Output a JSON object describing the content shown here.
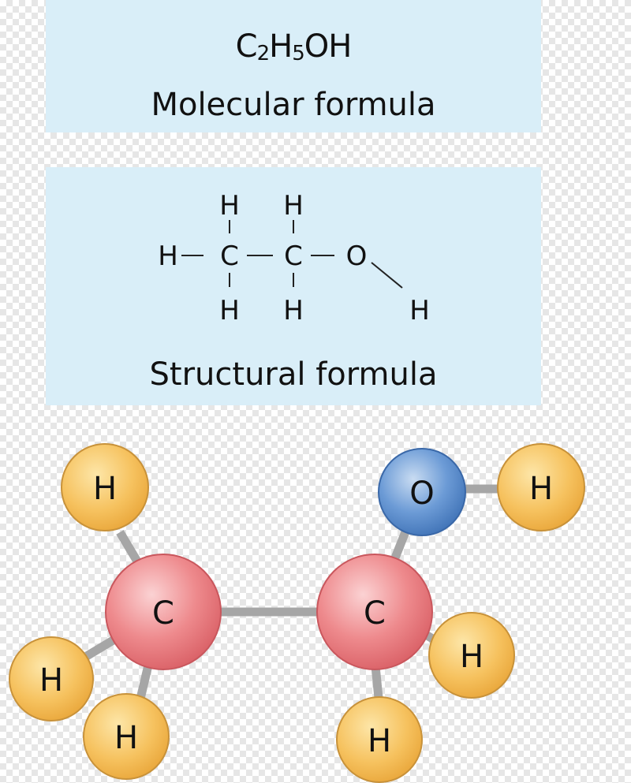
{
  "molecular_panel": {
    "formula_parts": [
      "C",
      "2",
      "H",
      "5",
      "OH"
    ],
    "caption": "Molecular formula"
  },
  "structural_panel": {
    "atoms": [
      "H",
      "H",
      "H",
      "C",
      "C",
      "O",
      "H",
      "H",
      "H"
    ],
    "caption": "Structural formula"
  },
  "ball_stick": {
    "atoms": [
      {
        "id": "h-top-left",
        "label": "H",
        "element": "hydrogen"
      },
      {
        "id": "c-left",
        "label": "C",
        "element": "carbon"
      },
      {
        "id": "c-right",
        "label": "C",
        "element": "carbon"
      },
      {
        "id": "o",
        "label": "O",
        "element": "oxygen"
      },
      {
        "id": "h-oxygen",
        "label": "H",
        "element": "hydrogen"
      },
      {
        "id": "h-bottom-left",
        "label": "H",
        "element": "hydrogen"
      },
      {
        "id": "h-bottom-mid",
        "label": "H",
        "element": "hydrogen"
      },
      {
        "id": "h-right",
        "label": "H",
        "element": "hydrogen"
      },
      {
        "id": "h-bottom-right",
        "label": "H",
        "element": "hydrogen"
      }
    ],
    "colors": {
      "hydrogen": "#f6c25f",
      "carbon": "#ea7a7e",
      "oxygen": "#5a8fd0",
      "bond": "#a9a9a9"
    }
  }
}
